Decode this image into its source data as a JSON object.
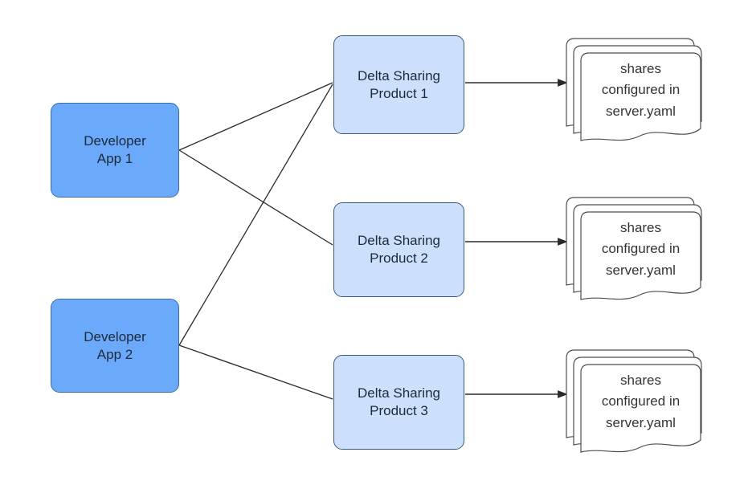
{
  "diagram": {
    "title": "Delta Sharing architecture diagram",
    "background_color": "#ffffff",
    "colors": {
      "app_fill": "#6BAAFB",
      "app_stroke": "#3A6EA8",
      "product_fill": "#CCE0FC",
      "product_stroke": "#3A5A7A",
      "doc_fill": "#FFFFFF",
      "doc_stroke": "#4D4D4D",
      "edge_stroke": "#2A2A2A",
      "node_text": "#1C2A3A",
      "doc_text": "#333333"
    },
    "apps": [
      {
        "id": "app1",
        "label": "Developer\nApp 1"
      },
      {
        "id": "app2",
        "label": "Developer\nApp 2"
      }
    ],
    "products": [
      {
        "id": "product1",
        "label": "Delta Sharing\nProduct 1"
      },
      {
        "id": "product2",
        "label": "Delta Sharing\nProduct 2"
      },
      {
        "id": "product3",
        "label": "Delta Sharing\nProduct 3"
      }
    ],
    "documents": [
      {
        "id": "docs1",
        "label": "shares\nconfigured in\nserver.yaml",
        "sheets": 3
      },
      {
        "id": "docs2",
        "label": "shares\nconfigured in\nserver.yaml",
        "sheets": 3
      },
      {
        "id": "docs3",
        "label": "shares\nconfigured in\nserver.yaml",
        "sheets": 3
      }
    ],
    "connections": [
      {
        "from": "app1",
        "to": "product1",
        "arrow": false
      },
      {
        "from": "app1",
        "to": "product2",
        "arrow": false
      },
      {
        "from": "app2",
        "to": "product1",
        "arrow": false
      },
      {
        "from": "app2",
        "to": "product3",
        "arrow": false
      },
      {
        "from": "product1",
        "to": "docs1",
        "arrow": true
      },
      {
        "from": "product2",
        "to": "docs2",
        "arrow": true
      },
      {
        "from": "product3",
        "to": "docs3",
        "arrow": true
      }
    ]
  }
}
